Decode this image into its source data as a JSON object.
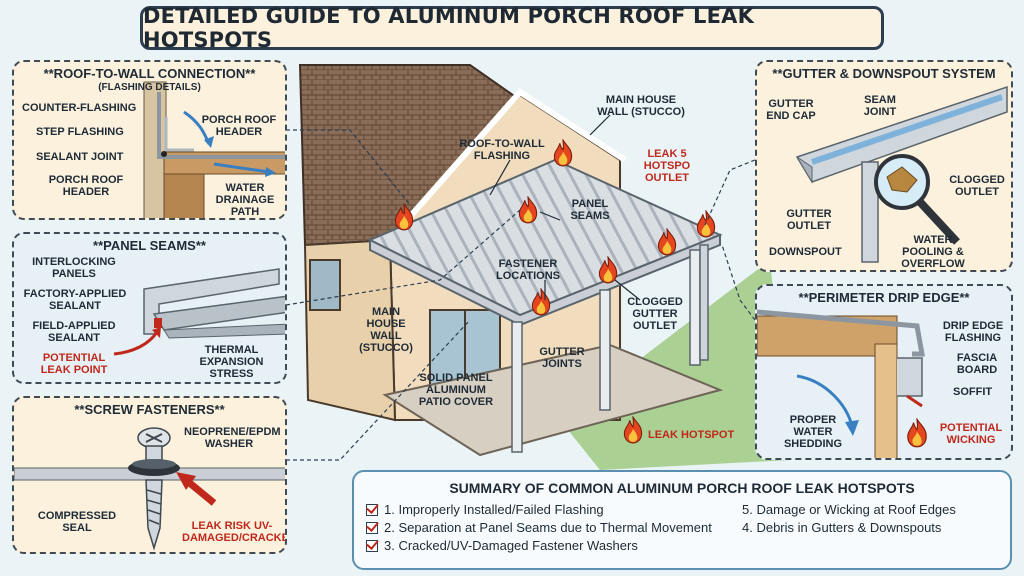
{
  "title": "DETAILED GUIDE TO ALUMINUM PORCH ROOF LEAK HOTSPOTS",
  "colors": {
    "flame": "#e4471f",
    "accent_red": "#c0281c",
    "panel_bg": "#fbf1dd",
    "panel_blue": "#e6f0f5"
  },
  "roof_wall": {
    "heading": "**ROOF-TO-WALL CONNECTION**",
    "subheading": "(FLASHING DETAILS)",
    "counter_flashing": "COUNTER-FLASHING",
    "step_flashing": "STEP FLASHING",
    "sealant_joint": "SEALANT JOINT",
    "porch_header_left": "PORCH ROOF HEADER",
    "porch_header_right": "PORCH ROOF HEADER",
    "water_drainage": "WATER DRAINAGE PATH"
  },
  "panel_seams": {
    "heading": "**PANEL SEAMS**",
    "interlocking": "INTERLOCKING PANELS",
    "factory_sealant": "FACTORY-APPLIED SEALANT",
    "field_sealant": "FIELD-APPLIED SEALANT",
    "potential_leak": "POTENTIAL LEAK POINT",
    "thermal_stress": "THERMAL EXPANSION STRESS"
  },
  "fasteners": {
    "heading": "**SCREW FASTENERS**",
    "washer": "NEOPRENE/EPDM WASHER",
    "compressed_seal": "COMPRESSED SEAL",
    "leak_risk": "LEAK RISK UV-DAMAGED/CRACKED"
  },
  "center": {
    "main_wall_top": "MAIN HOUSE WALL (STUCCO)",
    "roof_to_wall_flashing": "ROOF-TO-WALL FLASHING",
    "leak_hotspot_outlet": "LEAK 5 HOTSPO OUTLET",
    "panel_seams": "PANEL SEAMS",
    "fastener_locations": "FASTENER LOCATIONS",
    "clogged_gutter_outlet": "CLOGGED GUTTER OUTLET",
    "main_wall_left": "MAIN HOUSE WALL (STUCCO)",
    "gutter_joints": "GUTTER JOINTS",
    "patio_cover": "SOLID PANEL ALUMINUM PATIO COVER",
    "legend_hotspot": "LEAK HOTSPOT"
  },
  "gutter": {
    "heading": "**GUTTER & DOWNSPOUT SYSTEM",
    "end_cap": "GUTTER END CAP",
    "seam_joint": "SEAM JOINT",
    "clogged_outlet": "CLOGGED OUTLET",
    "gutter_outlet": "GUTTER OUTLET",
    "downspout": "DOWNSPOUT",
    "water_pooling": "WATER POOLING & OVERFLOW"
  },
  "drip_edge": {
    "heading": "**PERIMETER DRIP EDGE**",
    "flashing": "DRIP EDGE FLASHING",
    "fascia": "FASCIA BOARD",
    "soffit": "SOFFIT",
    "proper_shedding": "PROPER WATER SHEDDING",
    "potential_wicking": "POTENTIAL WICKING"
  },
  "summary": {
    "heading": "SUMMARY OF COMMON ALUMINUM PORCH ROOF LEAK HOTSPOTS",
    "items": [
      "1. Improperly Installed/Failed Flashing",
      "2. Separation at Panel Seams due to Thermal Movement",
      "3. Cracked/UV-Damaged Fastener Washers",
      "5. Damage or Wicking at Roof Edges",
      "4. Debris in Gutters & Downspouts"
    ]
  }
}
